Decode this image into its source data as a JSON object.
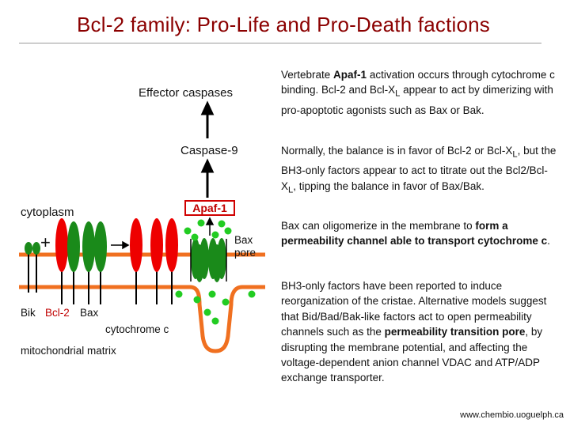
{
  "title": "Bcl-2 family: Pro-Life and Pro-Death factions",
  "diagram": {
    "effector_caspases": "Effector caspases",
    "caspase9": "Caspase-9",
    "apaf1": "Apaf-1",
    "cytoplasm": "cytoplasm",
    "bax_pore_line1": "Bax",
    "bax_pore_line2": "pore",
    "plus": "+",
    "bik": "Bik",
    "bcl2": "Bcl-2",
    "bax": "Bax",
    "cytochrome_c": "cytochrome c",
    "mito_matrix": "mitochondrial matrix",
    "colors": {
      "title": "#8b0000",
      "membrane": "#f07020",
      "bcl2": "#ee0000",
      "bax": "#1a8a1a",
      "cytochrome_dot": "#22cc22"
    }
  },
  "paragraphs": {
    "p1": {
      "pre": "Vertebrate ",
      "bold": "Apaf-1",
      "mid": " activation occurs through cytochrome c binding. Bcl-2 and Bcl-X",
      "sub": "L",
      "post": " appear to act by dimerizing with pro-apoptotic agonists such as Bax or Bak."
    },
    "p2": {
      "pre": "Normally, the balance is in favor of Bcl-2 or Bcl-X",
      "sub1": "L",
      "mid": ", but the BH3-only factors appear to act to titrate out the Bcl2/Bcl-X",
      "sub2": "L",
      "post": ", tipping the balance in favor of Bax/Bak."
    },
    "p3": {
      "pre": "Bax can oligomerize in the membrane to ",
      "bold": "form a permeability channel able to transport cytochrome c",
      "post": "."
    },
    "p4": {
      "pre": "BH3-only factors have been reported to induce reorganization of the cristae. Alternative models suggest that Bid/Bad/Bak-like factors act to open permeability channels such as the ",
      "bold": "permeability transition pore",
      "post": ", by disrupting the membrane potential, and affecting the voltage-dependent anion channel VDAC and ATP/ADP exchange transporter."
    }
  },
  "footer": "www.chembio.uoguelph.ca"
}
